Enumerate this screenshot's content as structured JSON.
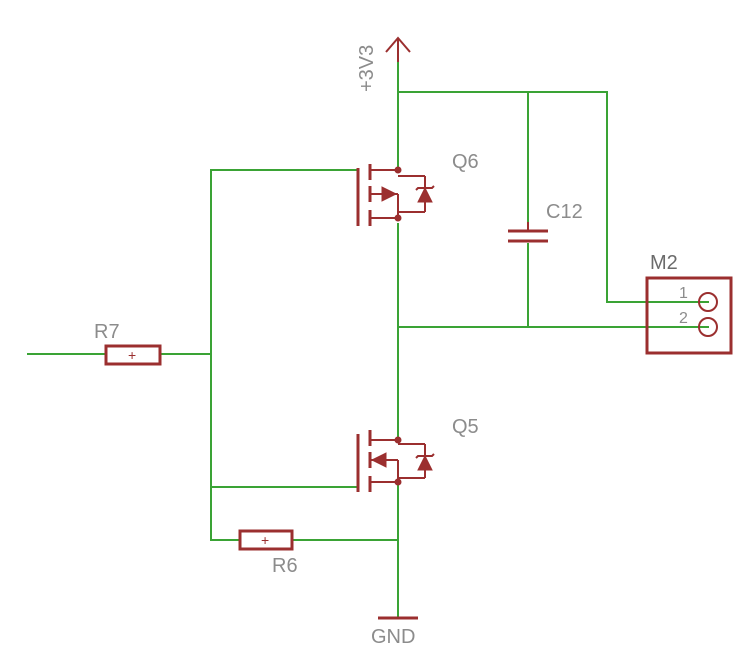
{
  "colors": {
    "wire": "#3aa335",
    "component": "#9b2f2f",
    "label": "#8c8c8c"
  },
  "labels": {
    "supply": "+3V3",
    "ground": "GND",
    "q6": "Q6",
    "q5": "Q5",
    "c12": "C12",
    "m2": "M2",
    "r7": "R7",
    "r6": "R6",
    "m2_pin1": "1",
    "m2_pin2": "2",
    "resistor_mark": "+"
  }
}
